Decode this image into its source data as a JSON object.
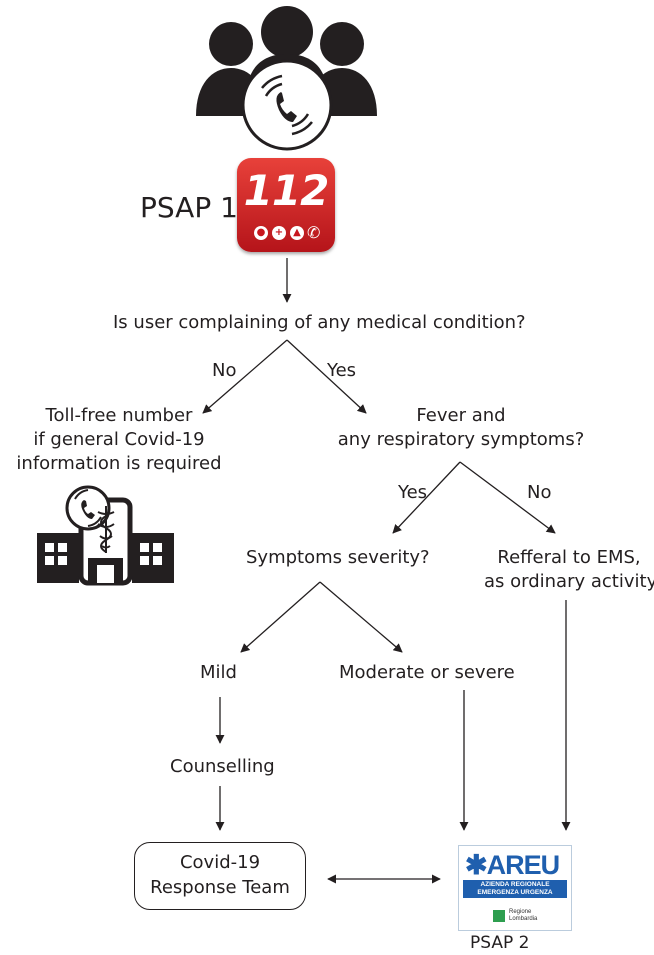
{
  "header": {
    "psap1_label": "PSAP 1",
    "badge_number": "112"
  },
  "decision": {
    "question": "Is user complaining of any medical condition?",
    "no_label": "No",
    "yes_label": "Yes"
  },
  "tollfree": {
    "line1": "Toll-free number",
    "line2": "if general Covid-19",
    "line3": "information is required"
  },
  "fever": {
    "line1": "Fever and",
    "line2": "any respiratory symptoms?",
    "yes_label": "Yes",
    "no_label": "No"
  },
  "severity": {
    "question": "Symptoms severity?"
  },
  "referral": {
    "line1": "Refferal to EMS,",
    "line2": "as ordinary activity"
  },
  "outcomes": {
    "mild": "Mild",
    "moderate": "Moderate or severe",
    "counselling": "Counselling"
  },
  "response_team": {
    "line1": "Covid-19",
    "line2": "Response Team"
  },
  "areu_logo": {
    "brand": "AREU",
    "sub_line1": "AZIENDA REGIONALE",
    "sub_line2": "EMERGENZA URGENZA",
    "region_line1": "Regione",
    "region_line2": "Lombardia"
  },
  "psap2_label": "PSAP 2",
  "colors": {
    "ink": "#231f20",
    "badge_red": "#d42a2a",
    "areu_blue": "#1f5fae",
    "lombardia_green": "#2e9e4f"
  },
  "icons": [
    "callers-group-icon",
    "phone-icon",
    "hospital-icon",
    "medical-caduceus-icon"
  ]
}
